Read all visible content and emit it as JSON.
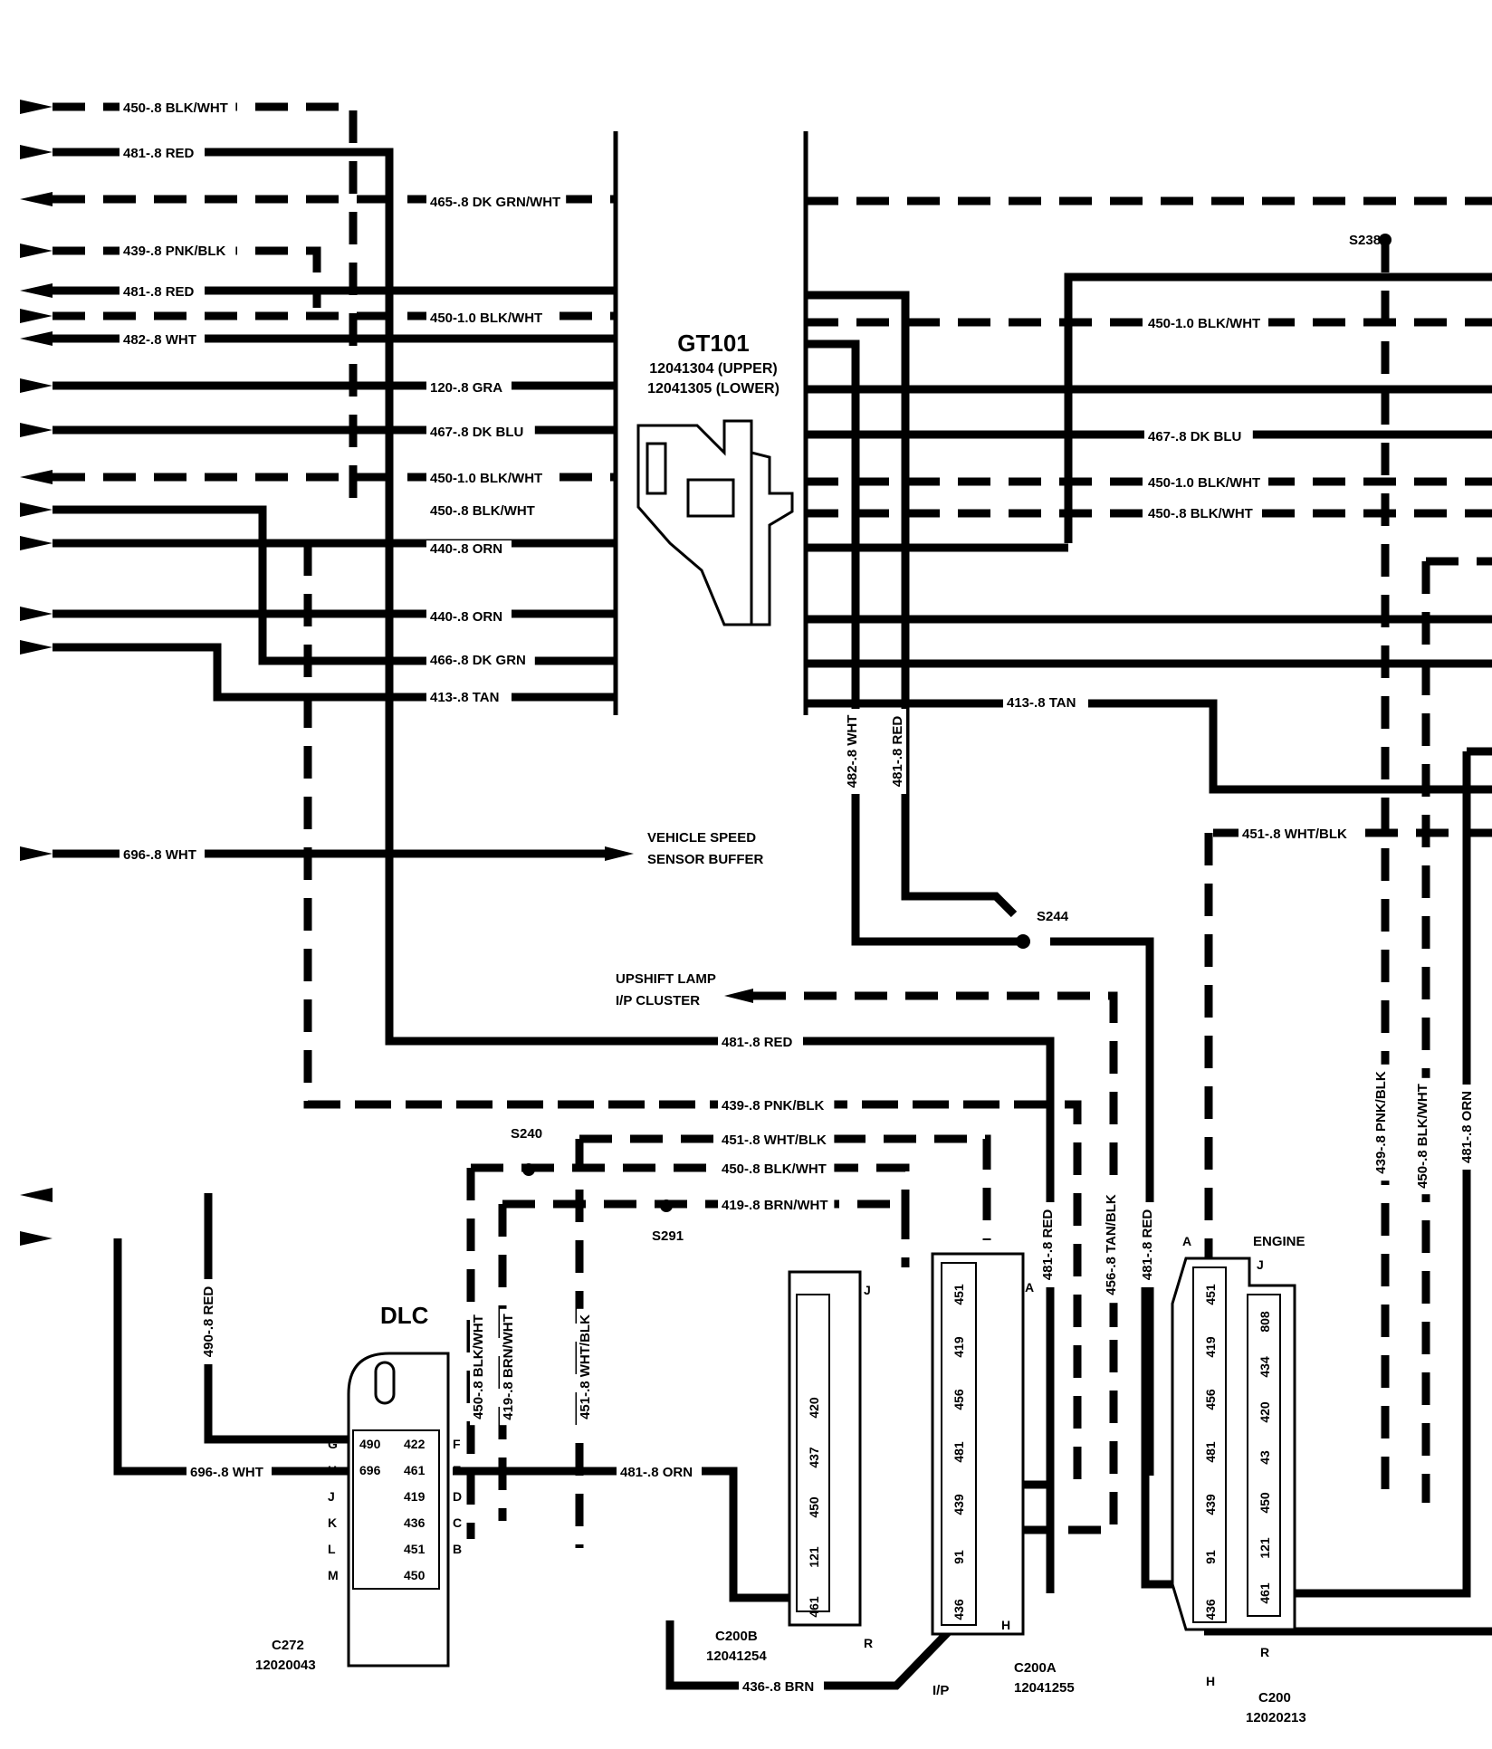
{
  "left_wire_labels": [
    "450-.8 BLK/WHT",
    "481-.8 RED",
    "439-.8 PNK/BLK",
    "481-.8 RED",
    "482-.8 WHT",
    "696-.8 WHT"
  ],
  "trunk_labels": [
    "465-.8 DK GRN/WHT",
    "450-1.0 BLK/WHT",
    "120-.8 GRA",
    "467-.8 DK BLU",
    "450-1.0 BLK/WHT",
    "450-.8 BLK/WHT",
    "440-.8 ORN",
    "440-.8 ORN",
    "466-.8 DK GRN",
    "413-.8 TAN"
  ],
  "right_wire_labels": [
    "450-1.0 BLK/WHT",
    "467-.8 DK BLU",
    "450-1.0 BLK/WHT",
    "450-.8 BLK/WHT",
    "413-.8 TAN",
    "451-.8 WHT/BLK"
  ],
  "vertical_labels": [
    "482-.8 WHT",
    "481-.8 RED",
    "439-.8 PNK/BLK",
    "450-.8 BLK/WHT",
    "481-.8 ORN",
    "490-.8 RED",
    "450-.8 BLK/WHT",
    "419-.8 BRN/WHT",
    "451-.8 WHT/BLK",
    "481-.8 RED",
    "456-.8 TAN/BLK",
    "481-.8 RED"
  ],
  "bottom_wire_labels": [
    "481-.8 RED",
    "439-.8 PNK/BLK",
    "451-.8 WHT/BLK",
    "450-.8 BLK/WHT",
    "419-.8 BRN/WHT",
    "481-.8 ORN",
    "436-.8 BRN",
    "696-.8 WHT"
  ],
  "gt101": {
    "name": "GT101",
    "upper": "12041304 (UPPER)",
    "lower": "12041305 (LOWER)"
  },
  "splices": [
    "S238",
    "S244",
    "S240",
    "S291"
  ],
  "destinations": {
    "vss_buffer_1": "VEHICLE SPEED",
    "vss_buffer_2": "SENSOR BUFFER",
    "upshift_1": "UPSHIFT LAMP",
    "upshift_2": "I/P CLUSTER"
  },
  "dlc": {
    "title": "DLC",
    "part": "C272",
    "part_no": "12020043",
    "rows": [
      {
        "left": "G",
        "a": "490",
        "b": "422",
        "right": "F"
      },
      {
        "left": "H",
        "a": "696",
        "b": "461",
        "right": "E"
      },
      {
        "left": "J",
        "a": "",
        "b": "419",
        "right": "D"
      },
      {
        "left": "K",
        "a": "",
        "b": "436",
        "right": "C"
      },
      {
        "left": "L",
        "a": "",
        "b": "451",
        "right": "B"
      },
      {
        "left": "M",
        "a": "",
        "b": "450",
        "right": ""
      }
    ]
  },
  "c200b": {
    "part": "C200B",
    "part_no": "12041254",
    "top_letter": "J",
    "bottom_letter": "R",
    "cells": [
      "420",
      "437",
      "450",
      "121",
      "461"
    ]
  },
  "c200a": {
    "part": "C200A",
    "part_no": "12041255",
    "top_letter": "A",
    "bottom_letter": "H",
    "side_label": "I/P",
    "cells": [
      "451",
      "419",
      "456",
      "481",
      "439",
      "91",
      "436"
    ]
  },
  "c200": {
    "part": "C200",
    "part_no": "12020213",
    "heading": "ENGINE",
    "letter_a": "A",
    "letter_j": "J",
    "letter_r": "R",
    "letter_h": "H",
    "left_cells": [
      "451",
      "419",
      "456",
      "481",
      "439",
      "91",
      "436"
    ],
    "right_cells": [
      "808",
      "434",
      "420",
      "43",
      "450",
      "121",
      "461"
    ]
  }
}
